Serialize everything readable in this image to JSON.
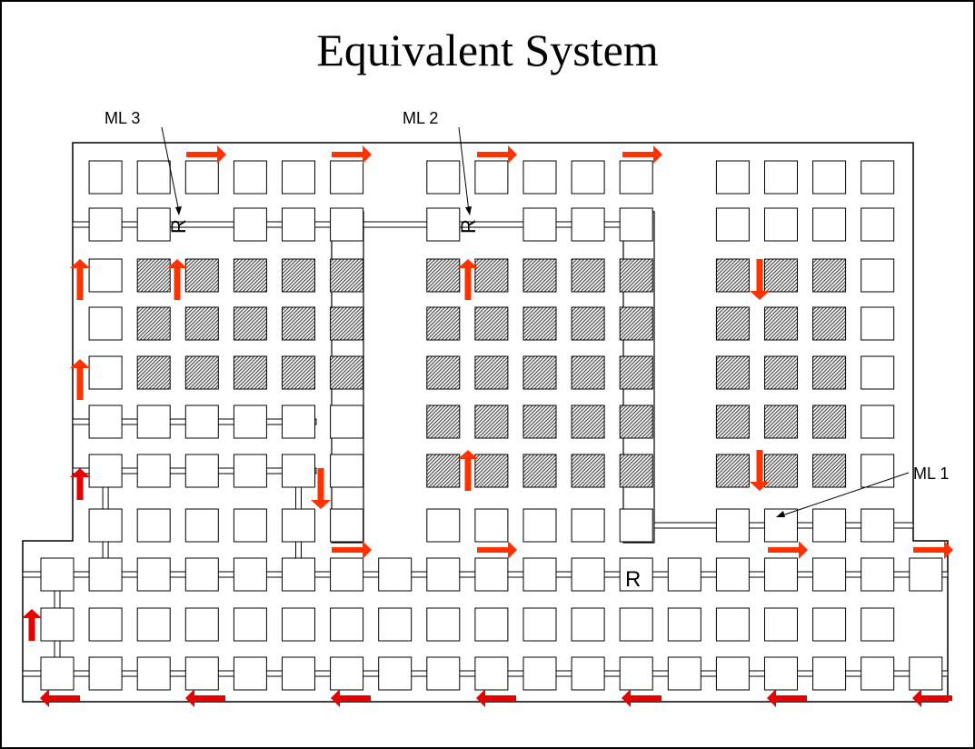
{
  "title": "Equivalent System",
  "colors": {
    "cell_fill": "#ffffff",
    "cell_stroke": "#000000",
    "hatch_stroke": "#555555",
    "arrow": "#ff3300",
    "arrow_dark": "#e60000"
  },
  "labels": {
    "ml1": "ML 1",
    "ml2": "ML 2",
    "ml3": "ML 3",
    "router": "R"
  },
  "icons": {
    "arrow": "red-block-arrow",
    "cell": "square-cell",
    "hatched_cell": "hatched-square-cell"
  }
}
